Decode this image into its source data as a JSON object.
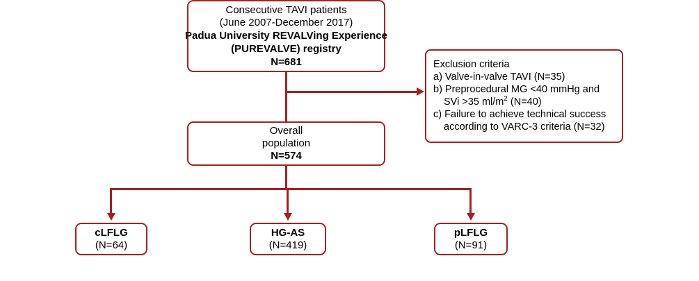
{
  "diagram": {
    "type": "flowchart",
    "title": "TAVI patient selection flowchart",
    "accent_color": "#a52121",
    "background_color": "#ffffff",
    "text_color": "#000000",
    "nodes": {
      "source": {
        "lines": [
          "Consecutive TAVI patients",
          "(June 2007-December 2017)",
          "Padua University REVALVing Experience",
          "(PUREVALVE) registry",
          "N=681"
        ],
        "count_label": "N=681",
        "count": 681
      },
      "exclusion": {
        "heading": "Exclusion criteria",
        "items": [
          "a) Valve-in-valve TAVI (N=35)",
          "b) Preprocedural MG <40 mmHg and",
          "SVi >35 ml/m² (N=40)",
          "c) Failure to achieve technical success",
          "according to VARC-3 criteria (N=32)"
        ],
        "item_a_text": "a) Valve-in-valve TAVI (N=35)",
        "item_a_count": 35,
        "item_b_line1": "b) Preprocedural MG <40 mmHg and",
        "item_b_line2_pre": "SVi >35 ml/m",
        "item_b_line2_sup": "2",
        "item_b_line2_post": " (N=40)",
        "item_b_count": 40,
        "item_c_line1": "c) Failure to achieve technical success",
        "item_c_line2": "according to VARC-3 criteria (N=32)",
        "item_c_count": 32
      },
      "overall": {
        "line1": "Overall",
        "line2": "population",
        "count_label": "N=574",
        "count": 574
      },
      "groups": [
        {
          "name": "cLFLG",
          "count_label": "(N=64)",
          "count": 64
        },
        {
          "name": "HG-AS",
          "count_label": "(N=419)",
          "count": 419
        },
        {
          "name": "pLFLG",
          "count_label": "(N=91)",
          "count": 91
        }
      ]
    }
  }
}
